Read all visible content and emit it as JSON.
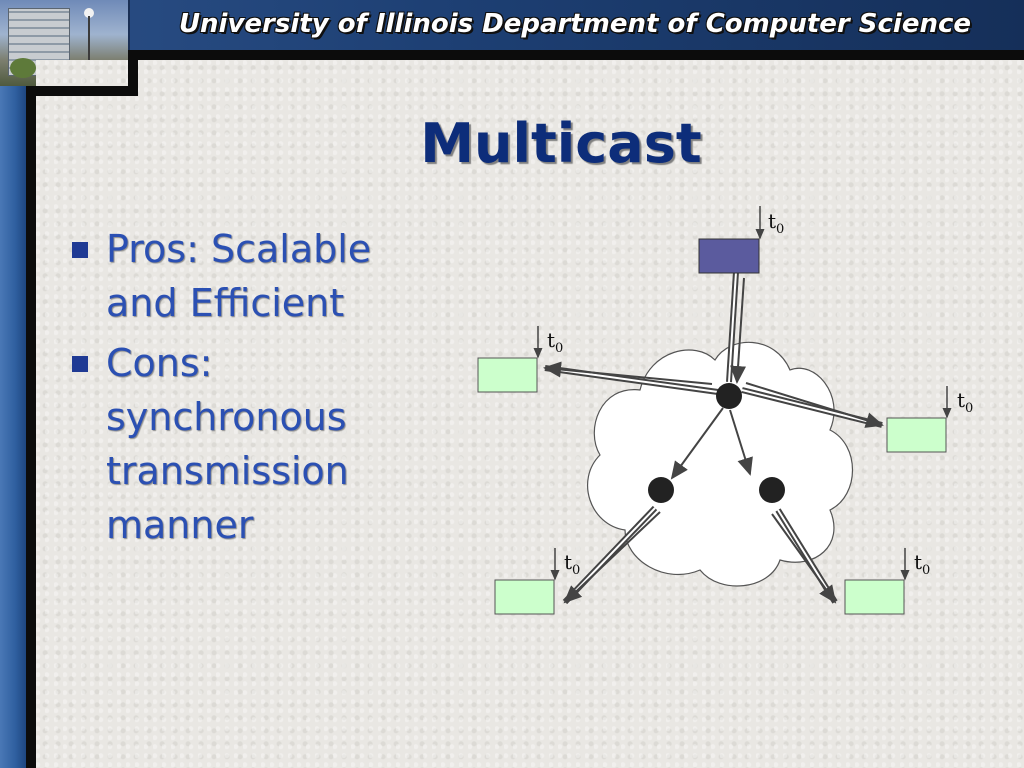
{
  "banner": {
    "title": "University of Illinois Department of Computer Science"
  },
  "slide": {
    "title": "Multicast",
    "bullets": [
      {
        "text": "Pros: Scalable and Efficient"
      },
      {
        "text": "Cons: synchronous transmission manner"
      }
    ]
  },
  "diagram": {
    "time_label_base": "t",
    "time_label_sub": "0",
    "colors": {
      "source_box": "#5b5b9e",
      "receiver_box": "#ccffcc",
      "router": "#222222",
      "cloud": "#ffffff",
      "arrow": "#444444"
    },
    "icons": {
      "router": "filled-circle",
      "network": "cloud-shape"
    }
  }
}
